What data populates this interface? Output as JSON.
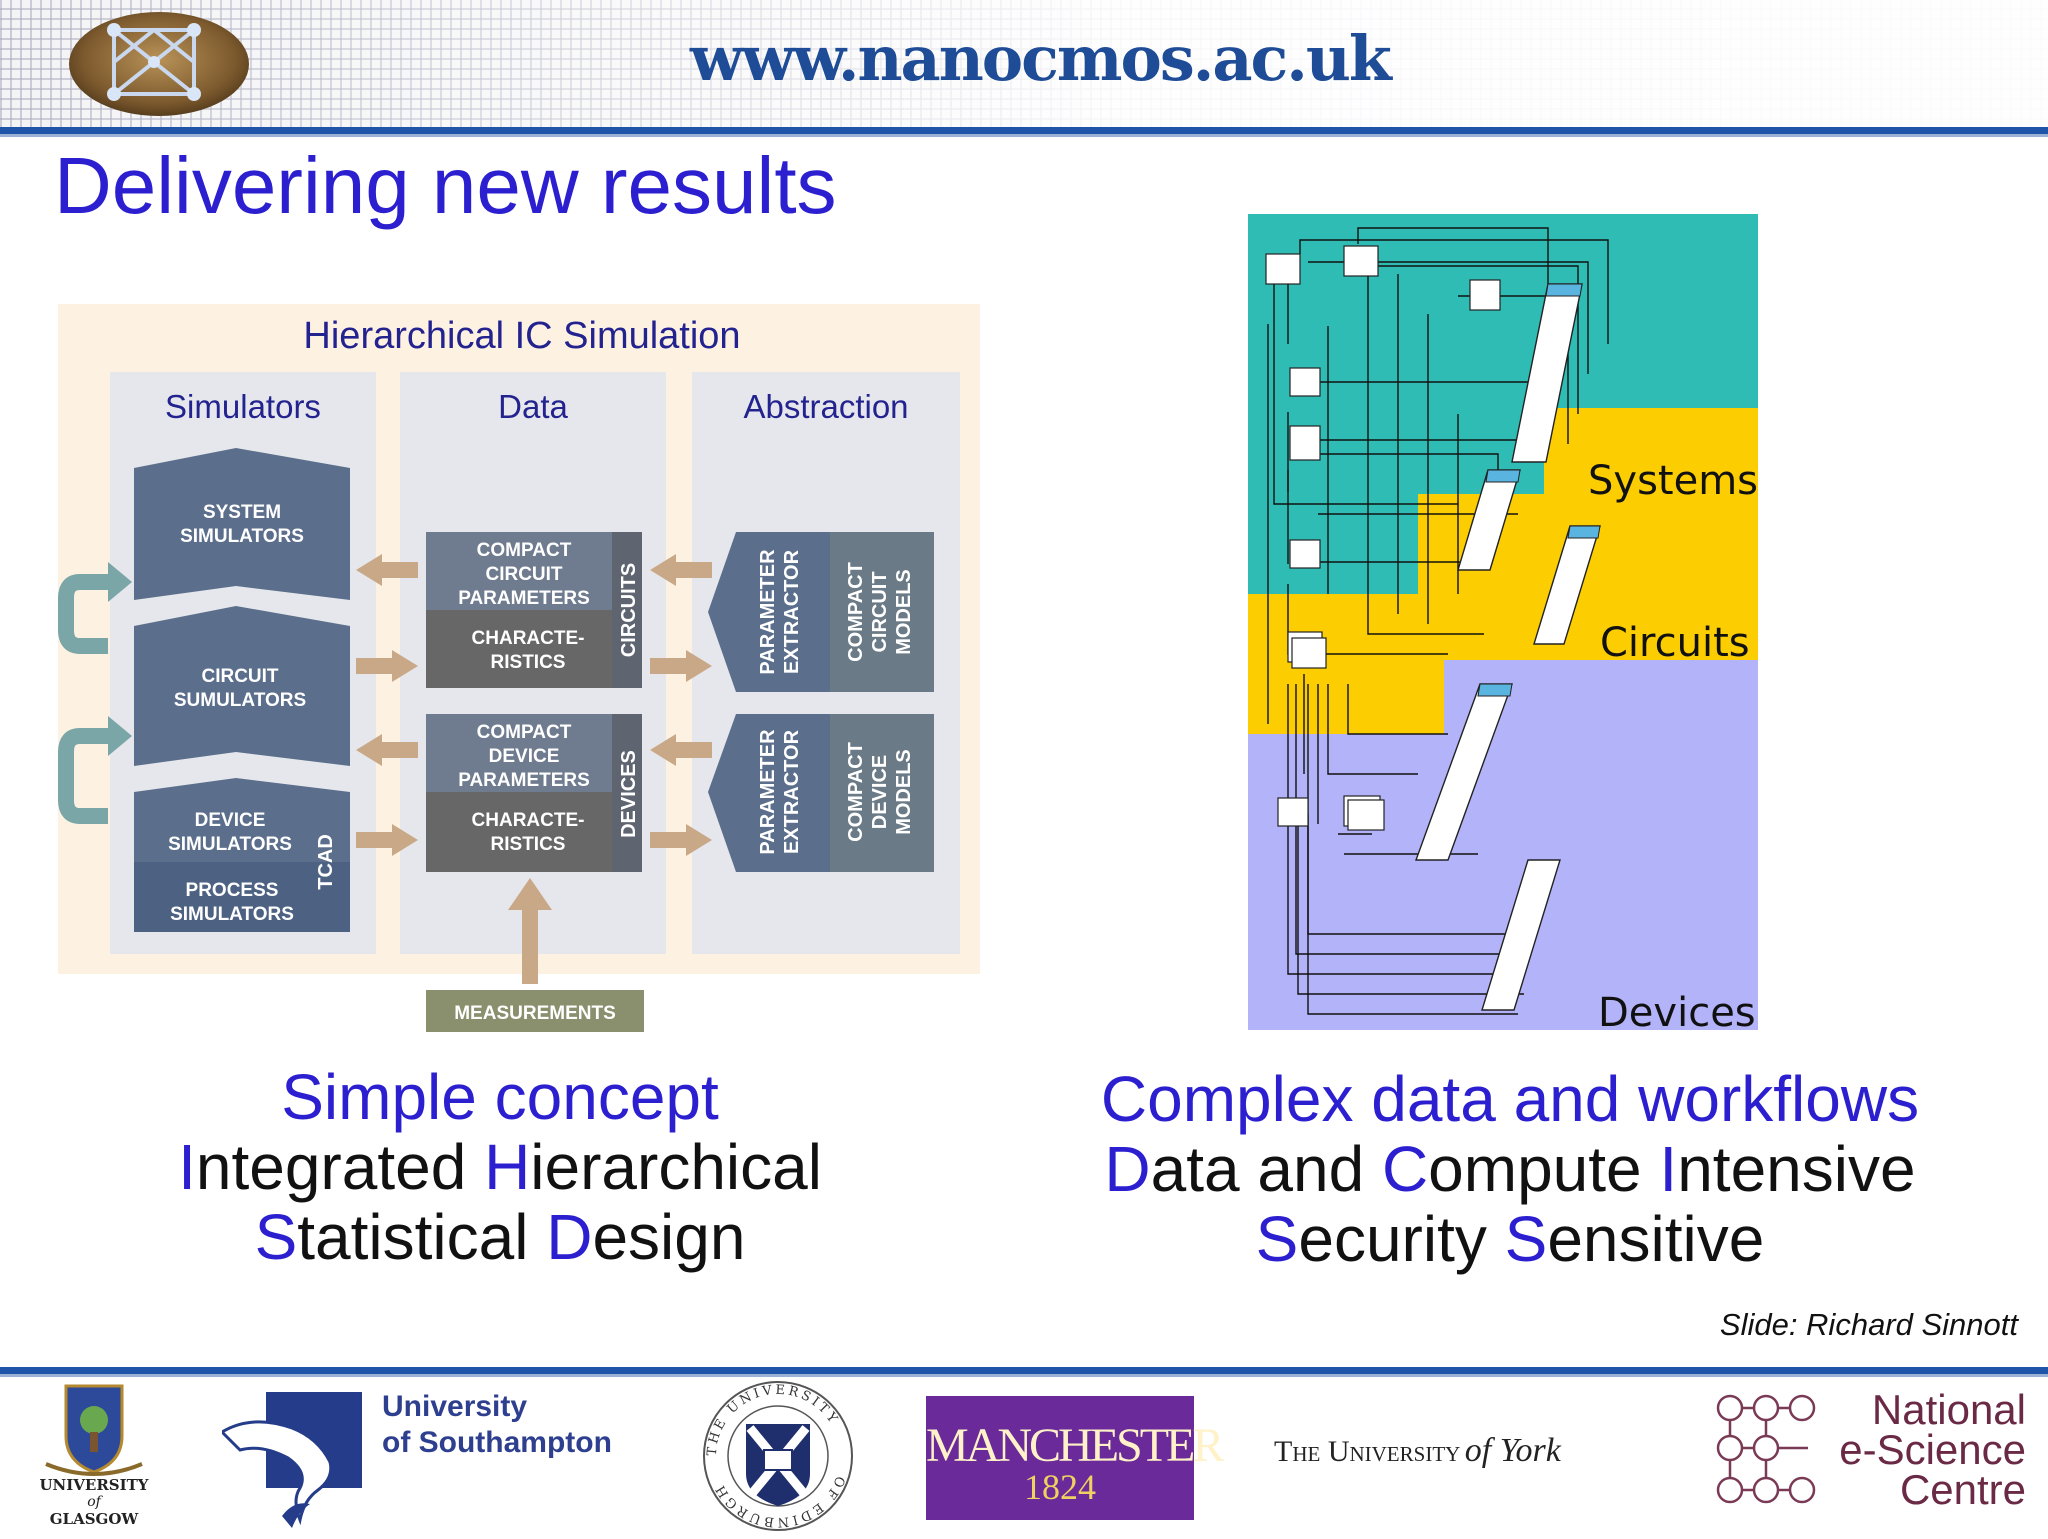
{
  "header": {
    "url": "www.nanocmos.ac.uk"
  },
  "title": "Delivering new results",
  "diagram_left": {
    "heading": "Hierarchical IC Simulation",
    "columns": [
      "Simulators",
      "Data",
      "Abstraction"
    ],
    "simulators": {
      "system": [
        "SYSTEM",
        "SIMULATORS"
      ],
      "circuit": [
        "CIRCUIT",
        "SUMULATORS"
      ],
      "device": [
        "DEVICE",
        "SIMULATORS"
      ],
      "process": [
        "PROCESS",
        "SIMULATORS"
      ],
      "tcad": "TCAD"
    },
    "data": {
      "circuit_params": [
        "COMPACT",
        "CIRCUIT",
        "PARAMETERS"
      ],
      "circuit_char": [
        "CHARACTE-",
        "RISTICS"
      ],
      "circuits_label": "CIRCUITS",
      "device_params": [
        "COMPACT",
        "DEVICE",
        "PARAMETERS"
      ],
      "device_char": [
        "CHARACTE-",
        "RISTICS"
      ],
      "devices_label": "DEVICES"
    },
    "abstraction": {
      "param_extractor": [
        "PARAMETER",
        "EXTRACTOR"
      ],
      "compact_circuit_models": [
        "COMPACT",
        "CIRCUIT",
        "MODELS"
      ],
      "compact_device_models": [
        "COMPACT",
        "DEVICE",
        "MODELS"
      ]
    },
    "measurements": "MEASUREMENTS"
  },
  "diagram_right": {
    "regions": [
      "Systems",
      "Circuits",
      "Devices"
    ],
    "colors": {
      "systems": "#2fbcb4",
      "circuits": "#fccd00",
      "devices": "#b3b3f9"
    }
  },
  "left_text": {
    "line1": "Simple concept",
    "line2": [
      [
        "I",
        true
      ],
      [
        "ntegrated ",
        false
      ],
      [
        "H",
        true
      ],
      [
        "ierarchical",
        false
      ]
    ],
    "line3": [
      [
        "S",
        true
      ],
      [
        "tatistical ",
        false
      ],
      [
        "D",
        true
      ],
      [
        "esign",
        false
      ]
    ]
  },
  "right_text": {
    "line1": "Complex data and workflows",
    "line2": [
      [
        "D",
        true
      ],
      [
        "ata and ",
        false
      ],
      [
        "C",
        true
      ],
      [
        "ompute ",
        false
      ],
      [
        "I",
        true
      ],
      [
        "ntensive",
        false
      ]
    ],
    "line3": [
      [
        "S",
        true
      ],
      [
        "ecurity ",
        false
      ],
      [
        "S",
        true
      ],
      [
        "ensitive",
        false
      ]
    ]
  },
  "credit": "Slide: Richard Sinnott",
  "footer_logos": {
    "glasgow": [
      "UNIVERSITY",
      "of",
      "GLASGOW"
    ],
    "southampton": [
      "University",
      "of Southampton"
    ],
    "edinburgh": [
      "THE UNIVERSITY",
      "OF EDINBURGH"
    ],
    "manchester": [
      "MANCHESTER",
      "1824"
    ],
    "york": [
      "The University",
      "of York"
    ],
    "nesc": [
      "National",
      "e-Science",
      "Centre"
    ]
  },
  "colors": {
    "accent": "#2b1fd0",
    "header_blue": "#1e55a8",
    "block_blue": "#5b6f8c",
    "block_grey": "#676767",
    "arrow_tan": "#c9a888"
  }
}
